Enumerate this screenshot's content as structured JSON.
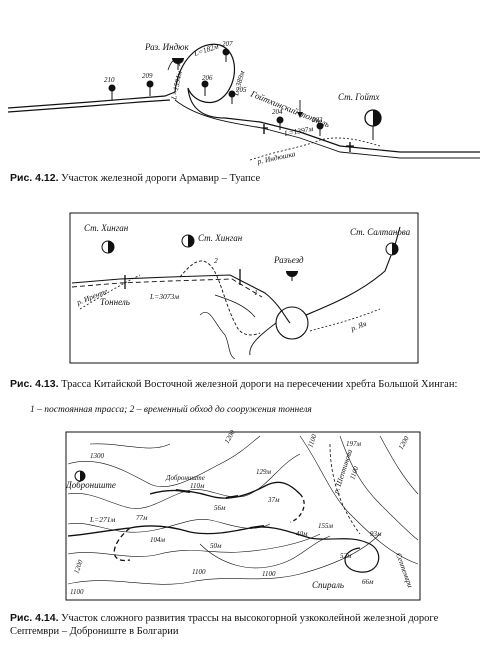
{
  "fig412": {
    "station_left": "Раз. Индюк",
    "station_right": "Ст. Гойтх",
    "tunnel_name": "Гойтхинский тоннель",
    "river": "р. Индюшка",
    "loop_length": "L=182м",
    "left_length": "L=1594м",
    "right_loop_length": "L=389м",
    "tunnel_length": "L=1397м",
    "km": [
      "210",
      "209",
      "207",
      "206",
      "205",
      "204",
      "203"
    ],
    "caption_num": "Рис. 4.12.",
    "caption_text": "Участок железной дороги Армавир – Туапсе"
  },
  "fig413": {
    "station_left": "Ст. Хинган",
    "station_mid": "Ст. Хинган",
    "station_right": "Ст. Салтанова",
    "razjezd": "Разъезд",
    "river_left": "р. Иренте",
    "river_right": "р. Яя",
    "tunnel": "Тоннель",
    "tunnel_length": "L=3073м",
    "mark1": "1",
    "mark2": "2",
    "caption_num": "Рис. 4.13.",
    "caption_text": "Трасса Китайской Восточной железной дороги на пересечении хребта Большой Хинган:",
    "note": "1 – постоянная трасса; 2 – временный обход до сооружения тоннеля"
  },
  "fig414": {
    "town_left": "Доброниште",
    "town_mid": "Доброниште",
    "spiral": "Спираль",
    "river": "р. Шептинова",
    "town_right": "Септември",
    "lengths": [
      "L=271м",
      "77м",
      "104м",
      "50м",
      "110м",
      "56м",
      "129м",
      "37м",
      "40м",
      "155м",
      "52м",
      "93м",
      "66м",
      "197м"
    ],
    "contours": [
      "1300",
      "1200",
      "1200",
      "1100",
      "1100",
      "1200",
      "1100",
      "1100",
      "1100"
    ],
    "caption_num": "Рис. 4.14.",
    "caption_text": "Участок сложного развития трассы на высокогорной узкоколейной железной дороге Септември – Доброниште в Болгарии"
  }
}
